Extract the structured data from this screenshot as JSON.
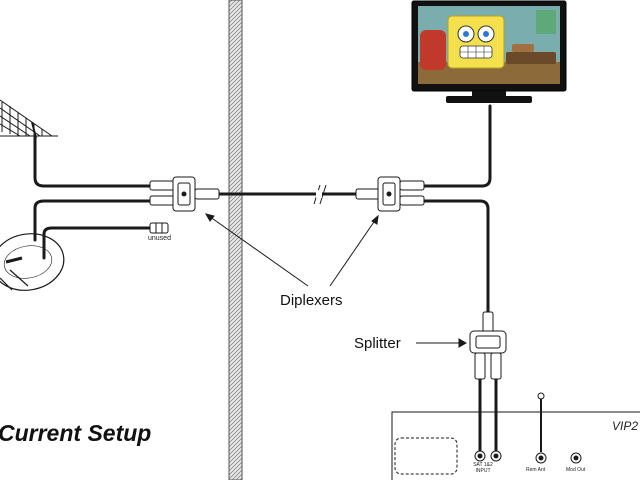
{
  "title": "Current Setup",
  "labels": {
    "diplexers": "Diplexers",
    "splitter": "Splitter",
    "unused": "unused",
    "receiver_model": "VIP2",
    "sat_input_line1": "SAT 1&2",
    "sat_input_line2": "INPUT",
    "rem_ant": "Rem Ant",
    "mod_out": "Mod Out"
  },
  "icons": [
    "antenna-icon",
    "satellite-dish-icon",
    "television-icon",
    "diplexer-icon",
    "splitter-icon",
    "receiver-icon"
  ],
  "colors": {
    "line": "#1a1a1a",
    "wall_fill": "#d8d8d8",
    "tv_screen_bg": "#3f9fd0"
  }
}
